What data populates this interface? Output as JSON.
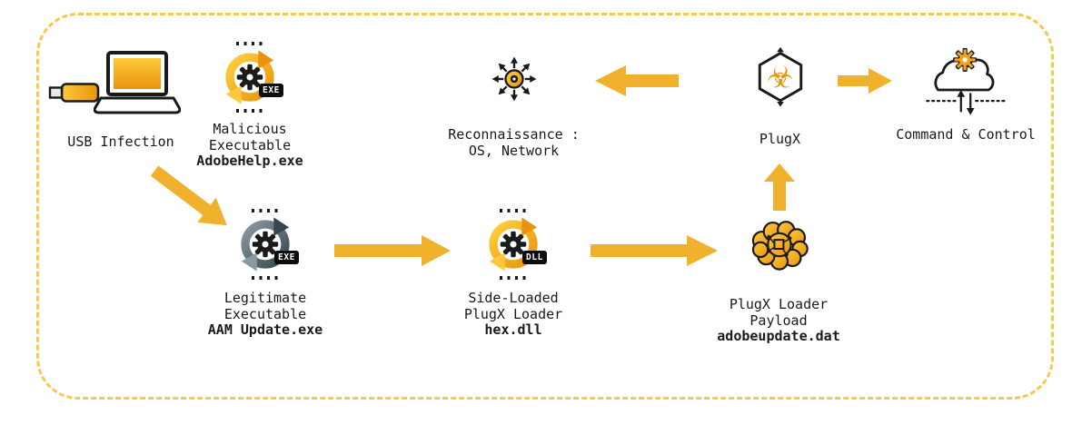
{
  "colors": {
    "accent_arrow": "#F0B22C",
    "border_dash": "#F8C84A",
    "ink": "#1A1A1A",
    "orange_light": "#FFC93C",
    "orange_deep": "#E8940E",
    "slate_gray": "#3C4F57"
  },
  "badges": {
    "exe": "EXE",
    "dll": "DLL"
  },
  "nodes": {
    "usb": {
      "title": "USB Infection"
    },
    "malicious": {
      "line1": "Malicious",
      "line2": "Executable",
      "file": "AdobeHelp.exe"
    },
    "recon": {
      "line1": "Reconnaissance :",
      "line2": "OS, Network"
    },
    "plugx": {
      "title": "PlugX"
    },
    "cnc": {
      "title": "Command & Control"
    },
    "legit": {
      "line1": "Legitimate",
      "line2": "Executable",
      "file": "AAM Update.exe"
    },
    "sideload": {
      "line1": "Side-Loaded",
      "line2": "PlugX Loader",
      "file": "hex.dll"
    },
    "payload": {
      "line1": "PlugX Loader",
      "line2": "Payload",
      "file": "adobeupdate.dat"
    }
  }
}
